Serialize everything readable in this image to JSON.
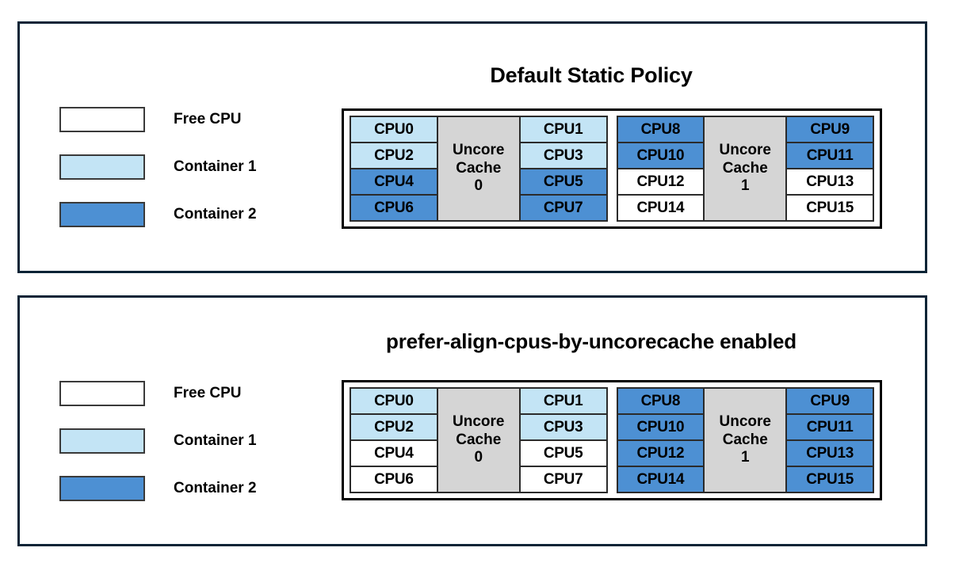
{
  "colors": {
    "panel_border": "#0b2436",
    "free_cpu": "#ffffff",
    "container_1": "#c3e4f5",
    "container_2": "#4d90d3",
    "uncore_cache": "#d5d5d5",
    "text": "#000000"
  },
  "panels": [
    {
      "title": "Default Static Policy",
      "legend": [
        {
          "label": "Free CPU",
          "swatch": "free"
        },
        {
          "label": "Container 1",
          "swatch": "c1"
        },
        {
          "label": "Container 2",
          "swatch": "c2"
        }
      ],
      "groups": [
        {
          "cache_line1": "Uncore",
          "cache_line2": "Cache",
          "cache_id": "0",
          "left_column": [
            {
              "label": "CPU0",
              "state": "c1"
            },
            {
              "label": "CPU2",
              "state": "c1"
            },
            {
              "label": "CPU4",
              "state": "c2"
            },
            {
              "label": "CPU6",
              "state": "c2"
            }
          ],
          "right_column": [
            {
              "label": "CPU1",
              "state": "c1"
            },
            {
              "label": "CPU3",
              "state": "c1"
            },
            {
              "label": "CPU5",
              "state": "c2"
            },
            {
              "label": "CPU7",
              "state": "c2"
            }
          ]
        },
        {
          "cache_line1": "Uncore",
          "cache_line2": "Cache",
          "cache_id": "1",
          "left_column": [
            {
              "label": "CPU8",
              "state": "c2"
            },
            {
              "label": "CPU10",
              "state": "c2"
            },
            {
              "label": "CPU12",
              "state": "free"
            },
            {
              "label": "CPU14",
              "state": "free"
            }
          ],
          "right_column": [
            {
              "label": "CPU9",
              "state": "c2"
            },
            {
              "label": "CPU11",
              "state": "c2"
            },
            {
              "label": "CPU13",
              "state": "free"
            },
            {
              "label": "CPU15",
              "state": "free"
            }
          ]
        }
      ]
    },
    {
      "title": "prefer-align-cpus-by-uncorecache enabled",
      "legend": [
        {
          "label": "Free CPU",
          "swatch": "free"
        },
        {
          "label": "Container 1",
          "swatch": "c1"
        },
        {
          "label": "Container 2",
          "swatch": "c2"
        }
      ],
      "groups": [
        {
          "cache_line1": "Uncore",
          "cache_line2": "Cache",
          "cache_id": "0",
          "left_column": [
            {
              "label": "CPU0",
              "state": "c1"
            },
            {
              "label": "CPU2",
              "state": "c1"
            },
            {
              "label": "CPU4",
              "state": "free"
            },
            {
              "label": "CPU6",
              "state": "free"
            }
          ],
          "right_column": [
            {
              "label": "CPU1",
              "state": "c1"
            },
            {
              "label": "CPU3",
              "state": "c1"
            },
            {
              "label": "CPU5",
              "state": "free"
            },
            {
              "label": "CPU7",
              "state": "free"
            }
          ]
        },
        {
          "cache_line1": "Uncore",
          "cache_line2": "Cache",
          "cache_id": "1",
          "left_column": [
            {
              "label": "CPU8",
              "state": "c2"
            },
            {
              "label": "CPU10",
              "state": "c2"
            },
            {
              "label": "CPU12",
              "state": "c2"
            },
            {
              "label": "CPU14",
              "state": "c2"
            }
          ],
          "right_column": [
            {
              "label": "CPU9",
              "state": "c2"
            },
            {
              "label": "CPU11",
              "state": "c2"
            },
            {
              "label": "CPU13",
              "state": "c2"
            },
            {
              "label": "CPU15",
              "state": "c2"
            }
          ]
        }
      ]
    }
  ]
}
